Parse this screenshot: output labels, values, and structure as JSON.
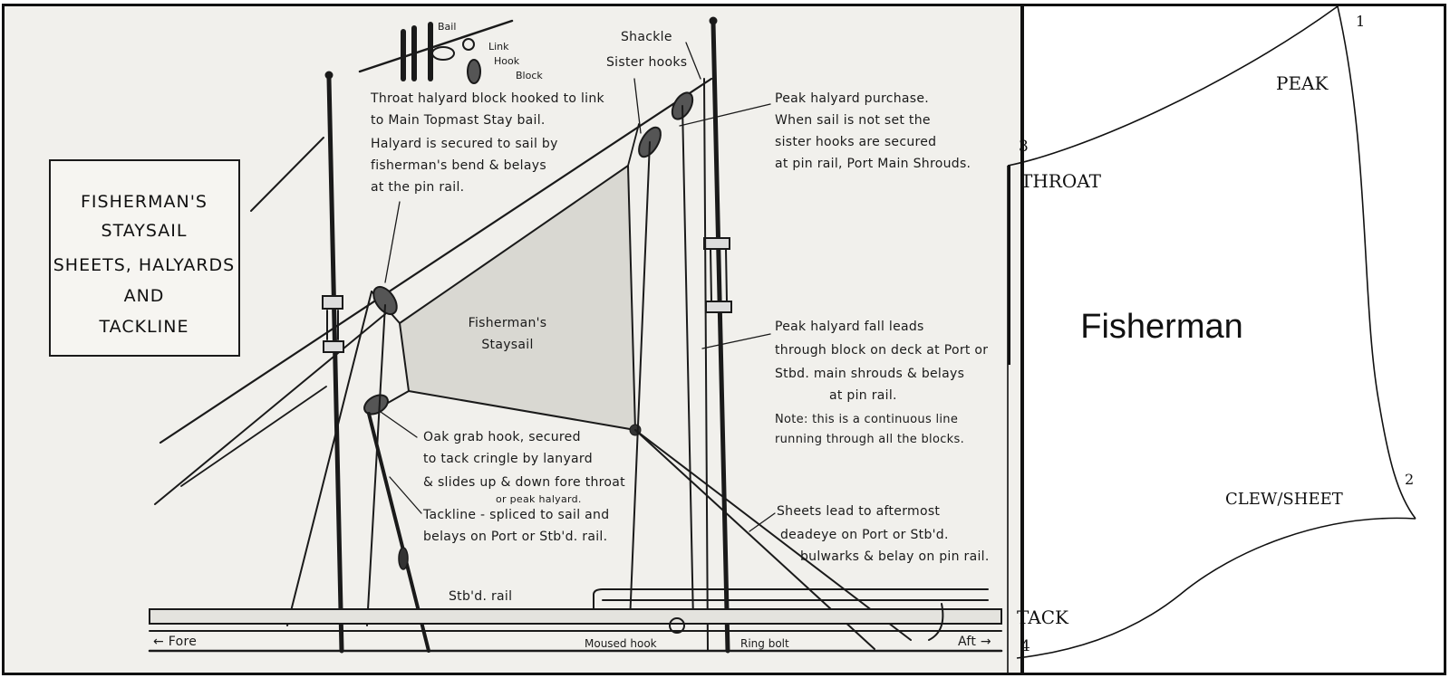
{
  "left_diagram": {
    "title_lines": [
      "FISHERMAN'S",
      "STAYSAIL",
      "SHEETS, HALYARDS",
      "AND",
      "TACKLINE"
    ],
    "sail_label_lines": [
      "Fisherman's",
      "Staysail"
    ],
    "top_detail": {
      "bail": "Bail",
      "link": "Link",
      "hook": "Hook",
      "block": "Block"
    },
    "shackle": "Shackle",
    "sister_hooks": "Sister hooks",
    "throat_note": [
      "Throat halyard block hooked to link",
      "to Main Topmast Stay bail.",
      "Halyard is secured to sail by",
      "fisherman's bend & belays",
      "at the pin rail."
    ],
    "peak_purchase_note": [
      "Peak halyard purchase.",
      "When sail is not set the",
      "sister hooks are secured",
      "at pin rail, Port Main Shrouds."
    ],
    "peak_fall_note": [
      "Peak halyard fall leads",
      "through block on deck at Port or",
      "Stbd. main shrouds & belays",
      "at pin rail.",
      "Note: this is a continuous line",
      "running through all the blocks."
    ],
    "grab_hook_note": [
      "Oak grab hook, secured",
      "to tack cringle by lanyard",
      "& slides up & down fore throat",
      "or peak halyard."
    ],
    "tackline_note": [
      "Tackline - spliced to sail and",
      "belays on Port or Stb'd. rail."
    ],
    "sheets_note": [
      "Sheets lead to aftermost",
      "deadeye on Port or Stb'd.",
      "bulwarks & belay on pin rail."
    ],
    "stbd_rail": "Stb'd. rail",
    "fore": "← Fore",
    "moused_hook": "Moused hook",
    "ring_bolt": "Ring bolt",
    "aft": "Aft →"
  },
  "right_diagram": {
    "center_label": "Fisherman",
    "peak": "PEAK",
    "throat": "THROAT",
    "clew": "CLEW/SHEET",
    "tack": "TACK",
    "corner_1": "1",
    "corner_2": "2",
    "corner_3": "3",
    "corner_4": "4"
  }
}
